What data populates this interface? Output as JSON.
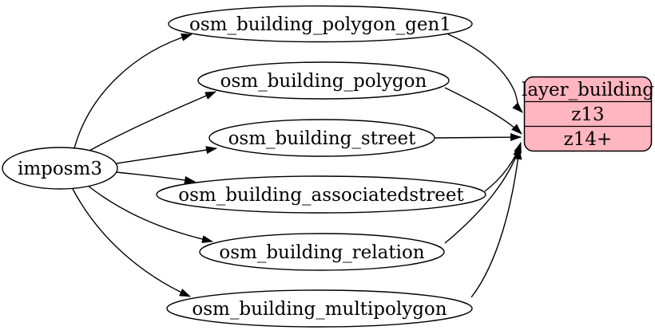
{
  "diagram": {
    "type": "etl-graph",
    "background_color": "#ffffff",
    "edge_color": "#000000",
    "source": {
      "label": "imposm3"
    },
    "tables": [
      {
        "label": "osm_building_polygon_gen1"
      },
      {
        "label": "osm_building_polygon"
      },
      {
        "label": "osm_building_street"
      },
      {
        "label": "osm_building_associatedstreet"
      },
      {
        "label": "osm_building_relation"
      },
      {
        "label": "osm_building_multipolygon"
      }
    ],
    "layer": {
      "title": "layer_building",
      "fill": "#ffb6c1",
      "rows": [
        {
          "label": "z13"
        },
        {
          "label": "z14+"
        }
      ]
    },
    "edges": [
      {
        "from": "imposm3",
        "to": "osm_building_polygon_gen1"
      },
      {
        "from": "imposm3",
        "to": "osm_building_polygon"
      },
      {
        "from": "imposm3",
        "to": "osm_building_street"
      },
      {
        "from": "imposm3",
        "to": "osm_building_associatedstreet"
      },
      {
        "from": "imposm3",
        "to": "osm_building_relation"
      },
      {
        "from": "imposm3",
        "to": "osm_building_multipolygon"
      },
      {
        "from": "osm_building_polygon_gen1",
        "to": "layer_building",
        "to_port": "z13"
      },
      {
        "from": "osm_building_polygon",
        "to": "layer_building",
        "to_port": "z14+"
      },
      {
        "from": "osm_building_street",
        "to": "layer_building",
        "to_port": "z14+"
      },
      {
        "from": "osm_building_associatedstreet",
        "to": "layer_building",
        "to_port": "z14+"
      },
      {
        "from": "osm_building_relation",
        "to": "layer_building",
        "to_port": "z14+"
      },
      {
        "from": "osm_building_multipolygon",
        "to": "layer_building",
        "to_port": "z14+"
      }
    ]
  }
}
